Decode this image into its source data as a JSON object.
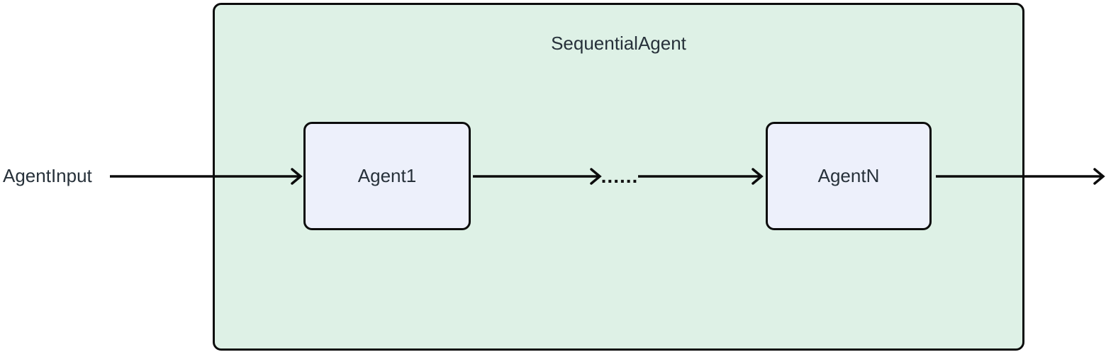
{
  "diagram": {
    "title": "SequentialAgent",
    "input_label": "AgentInput",
    "nodes": [
      {
        "id": "agent1",
        "label": "Agent1"
      },
      {
        "id": "agentN",
        "label": "AgentN"
      }
    ],
    "edge_label": "......",
    "edges": [
      {
        "from": "AgentInput",
        "to": "Agent1"
      },
      {
        "from": "Agent1",
        "to": "......"
      },
      {
        "from": "......",
        "to": "AgentN"
      },
      {
        "from": "AgentN",
        "to": "out"
      }
    ],
    "colors": {
      "background": "#ffffff",
      "container_fill": "#def1e6",
      "container_border": "#0c0c0c",
      "node_fill": "#edf0fb",
      "node_border": "#0c0c0c",
      "arrow": "#0c0c0c",
      "text": "#27313a"
    }
  }
}
